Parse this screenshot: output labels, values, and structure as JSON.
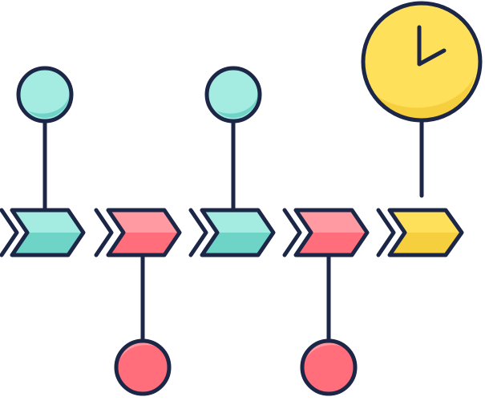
{
  "colors": {
    "outline": "#1c2647",
    "teal": "#a4ebe2",
    "teal_shade": "#6fd4c8",
    "red": "#ff6e7a",
    "red_shade": "#ff9aa2",
    "yellow": "#ffe05a",
    "yellow_shade": "#f6cf3e",
    "background": "#ffffff"
  },
  "icons": {
    "stage_1": "chevron-arrow-teal",
    "stage_2": "chevron-arrow-red",
    "stage_3": "chevron-arrow-teal",
    "stage_4": "chevron-arrow-red",
    "stage_5": "chevron-arrow-yellow",
    "milestone_top_1": "milestone-pin-teal",
    "milestone_bottom_1": "milestone-pin-red",
    "milestone_top_2": "milestone-pin-teal",
    "milestone_bottom_2": "milestone-pin-red",
    "deadline": "clock-icon"
  }
}
